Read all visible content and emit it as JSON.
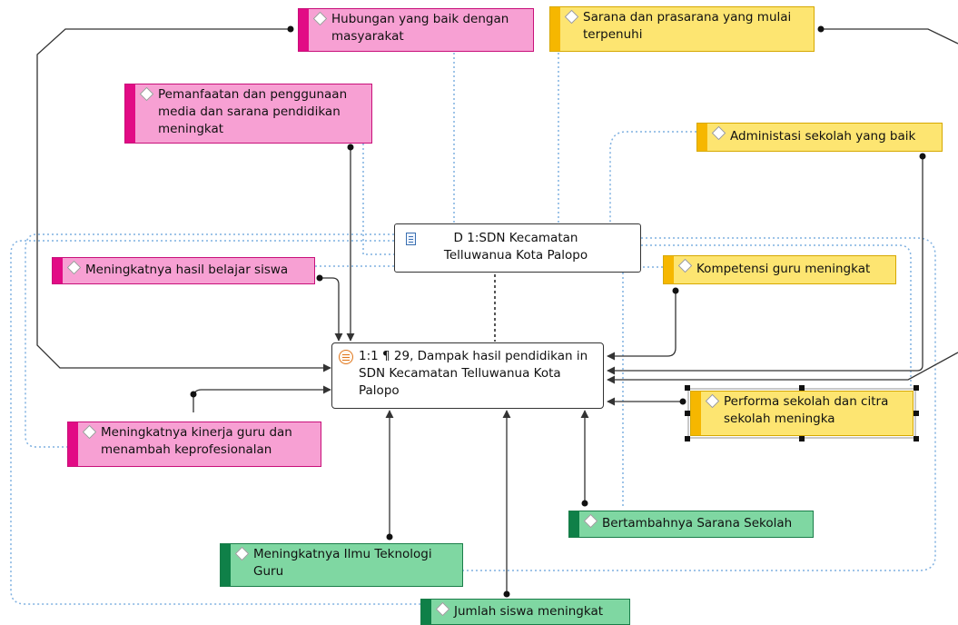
{
  "central": {
    "label": "1:1 ¶ 29, Dampak hasil pendidikan in SDN Kecamatan Telluwanua Kota Palopo"
  },
  "document": {
    "label": "D 1:SDN Kecamatan Telluwanua Kota Palopo"
  },
  "codes": {
    "hubungan": "Hubungan yang baik dengan masyarakat",
    "pemanfaatan": "Pemanfaatan dan penggunaan media dan sarana pendidikan meningkat",
    "hasil_belajar": "Meningkatnya hasil belajar siswa",
    "kinerja_guru": "Meningkatnya kinerja guru dan menambah keprofesionalan",
    "ilmu_teknologi": "Meningkatnya Ilmu Teknologi Guru",
    "jumlah_siswa": "Jumlah siswa meningkat",
    "sarana_prasarana": "Sarana dan prasarana yang mulai terpenuhi",
    "administrasi": "Administasi sekolah yang baik",
    "kompetensi": "Kompetensi guru meningkat",
    "performa": "Performa sekolah dan citra sekolah meningka",
    "bertambahnya": "Bertambahnya Sarana Sekolah"
  },
  "colors": {
    "pink": "#f7a0d3",
    "pink_bar": "#e20b85",
    "yellow": "#fde571",
    "yellow_bar": "#f6b700",
    "green": "#7fd7a2",
    "green_bar": "#0f8048",
    "connector": "#333333",
    "dotted_link": "#7fb0e0"
  },
  "icons": {
    "code": "diamond-icon",
    "document": "document-icon",
    "quotation": "quotation-icon"
  }
}
